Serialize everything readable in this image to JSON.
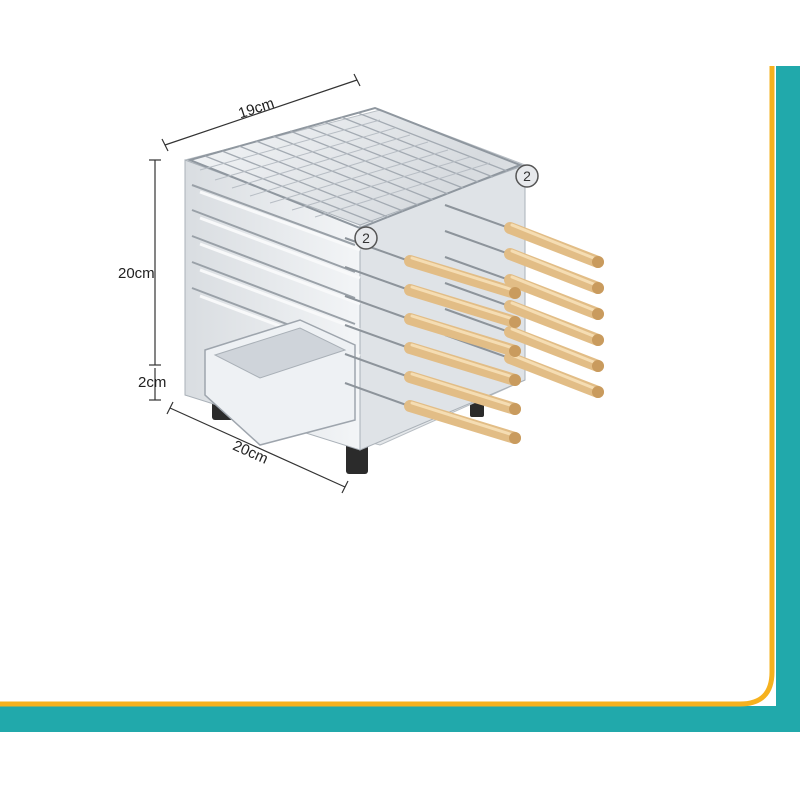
{
  "product": {
    "dimensions": {
      "width_top": "19cm",
      "height": "20cm",
      "leg_height": "2cm",
      "depth": "20cm"
    },
    "badges": [
      "2",
      "2"
    ],
    "skewer_count": 12
  },
  "colors": {
    "frame_teal": "#21a9ab",
    "frame_orange": "#f6b11e",
    "steel_light": "#e9ecef",
    "steel_mid": "#c9ced3",
    "wood_handle": "#e7c38f",
    "leg_black": "#2b2b2b"
  }
}
